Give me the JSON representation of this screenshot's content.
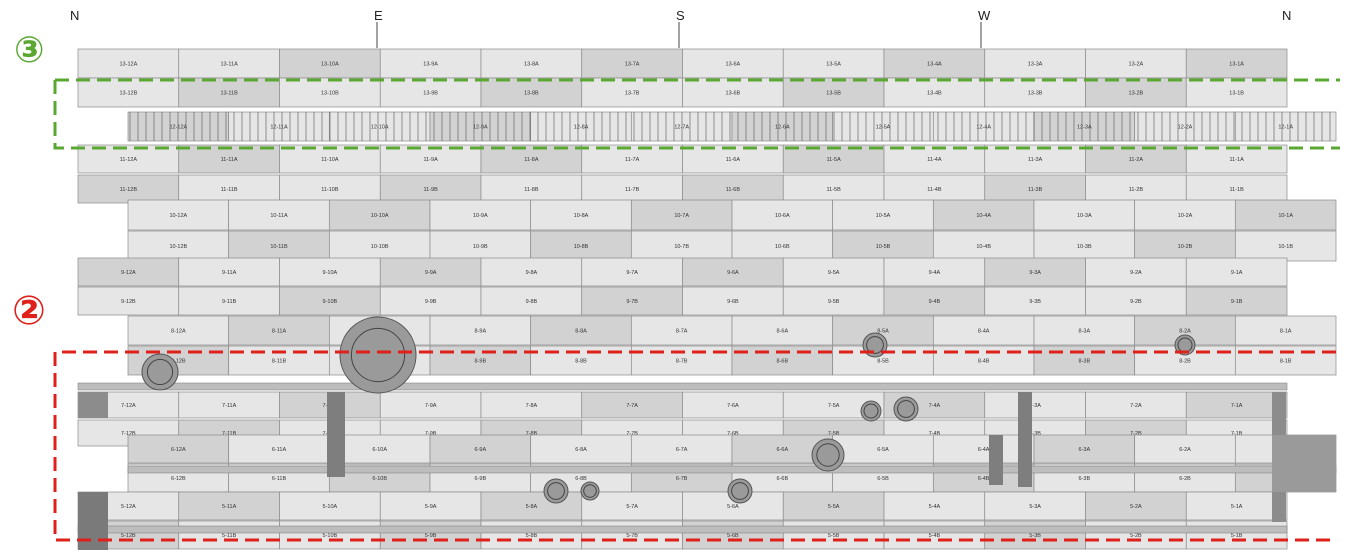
{
  "compass": [
    "N",
    "E",
    "S",
    "W",
    "N"
  ],
  "zones": [
    {
      "label": "③",
      "color": "#5aa832"
    },
    {
      "label": "②",
      "color": "#e0201a"
    }
  ],
  "rows": [
    {
      "prefix": "13",
      "cols": [
        "12",
        "11",
        "10",
        "9",
        "8",
        "7",
        "6",
        "5",
        "4",
        "3",
        "2",
        "1"
      ],
      "suffix": [
        "A",
        "B"
      ]
    },
    {
      "prefix": "12",
      "cols": [
        "12",
        "11",
        "10",
        "9",
        "8",
        "7",
        "6",
        "5",
        "4",
        "3",
        "2",
        "1"
      ],
      "suffix": [
        "A"
      ]
    },
    {
      "prefix": "11",
      "cols": [
        "12",
        "11",
        "10",
        "9",
        "8",
        "7",
        "6",
        "5",
        "4",
        "3",
        "2",
        "1"
      ],
      "suffix": [
        "A",
        "B"
      ]
    },
    {
      "prefix": "10",
      "cols": [
        "12",
        "11",
        "10",
        "9",
        "8",
        "7",
        "6",
        "5",
        "4",
        "3",
        "2",
        "1"
      ],
      "suffix": [
        "A",
        "B"
      ]
    },
    {
      "prefix": "9",
      "cols": [
        "12",
        "11",
        "10",
        "9",
        "8",
        "7",
        "6",
        "5",
        "4",
        "3",
        "2",
        "1"
      ],
      "suffix": [
        "A",
        "B"
      ]
    },
    {
      "prefix": "8",
      "cols": [
        "12",
        "11",
        "10",
        "9",
        "8",
        "7",
        "6",
        "5",
        "4",
        "3",
        "2",
        "1"
      ],
      "suffix": [
        "A",
        "B"
      ]
    },
    {
      "prefix": "7",
      "cols": [
        "12",
        "11",
        "10",
        "9",
        "8",
        "7",
        "6",
        "5",
        "4",
        "3",
        "2",
        "1"
      ],
      "suffix": [
        "A",
        "B"
      ]
    },
    {
      "prefix": "6",
      "cols": [
        "12",
        "11",
        "10",
        "9",
        "8",
        "7",
        "6",
        "5",
        "4",
        "3",
        "2",
        "1"
      ],
      "suffix": [
        "A",
        "B"
      ]
    },
    {
      "prefix": "5",
      "cols": [
        "12",
        "11",
        "10",
        "9",
        "8",
        "7",
        "6",
        "5",
        "4",
        "3",
        "2",
        "1"
      ],
      "suffix": [
        "A",
        "B"
      ]
    }
  ],
  "colors": {
    "panel": "#e6e6e6",
    "panel_dark": "#d2d2d2",
    "stroke": "#8a8a8a",
    "green": "#5aa832",
    "red": "#e0201a"
  }
}
